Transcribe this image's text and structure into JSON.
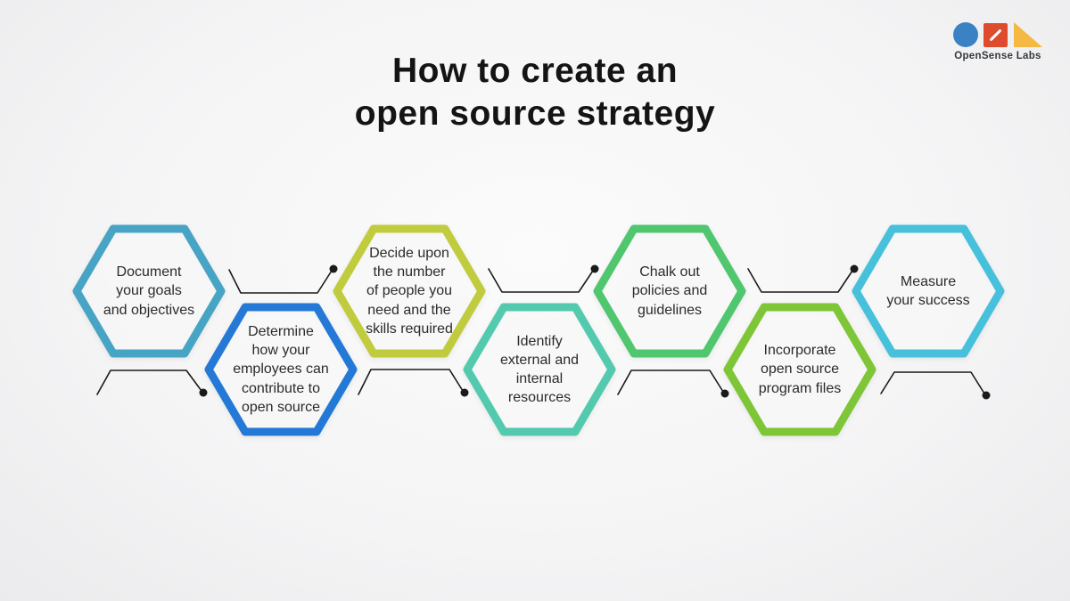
{
  "title": {
    "lines": [
      "How to create an",
      "open source strategy"
    ]
  },
  "logo": {
    "brand": "OpenSense Labs",
    "circle_color": "#3b82c4",
    "square_color": "#df4b2d",
    "triangle_color": "#f4b843"
  },
  "steps": [
    {
      "label": "Document\nyour goals\nand objectives",
      "color": "#47a4c4"
    },
    {
      "label": "Determine\nhow your\nemployees can\ncontribute to\nopen source",
      "color": "#2479d6"
    },
    {
      "label": "Decide upon\nthe number\nof people you\nneed and the\nskills required",
      "color": "#c0cc3e"
    },
    {
      "label": "Identify\nexternal and\ninternal\nresources",
      "color": "#53caae"
    },
    {
      "label": "Chalk out\npolicies and\nguidelines",
      "color": "#50c66f"
    },
    {
      "label": "Incorporate\nopen source\nprogram files",
      "color": "#7ec637"
    },
    {
      "label": "Measure\nyour success",
      "color": "#47c1db"
    }
  ],
  "connector_color": "#1a1a1a"
}
